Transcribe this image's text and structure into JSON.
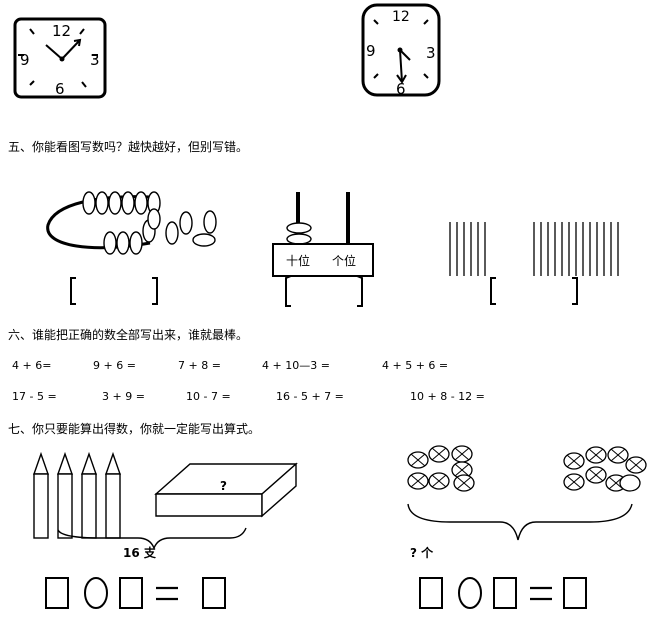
{
  "clocks": [
    {
      "numerals": {
        "top": "12",
        "right": "3",
        "bottom": "6",
        "left": "9"
      }
    },
    {
      "numerals": {
        "top": "12",
        "right": "3",
        "bottom": "6",
        "left": "9"
      }
    }
  ],
  "section5": {
    "heading": "五、你能看图写数吗？越快越好，但别写错。",
    "abacus": {
      "tens_label": "十位",
      "ones_label": "个位"
    }
  },
  "section6": {
    "heading": "六、谁能把正确的数全部写出来，谁就最棒。",
    "row1": [
      "4 + 6=",
      "9 + 6 =",
      "7 + 8 =",
      "4 + 10—3 =",
      "4 + 5 + 6 ="
    ],
    "row2": [
      "17  - 5 =",
      "3 + 9 =",
      "10  -  7 =",
      "16  -  5 + 7 =",
      "10  + 8  -  12 ="
    ]
  },
  "section7": {
    "heading": "七、你只要能算出得数，你就一定能写出算式。",
    "box_label": "?",
    "left_total": "16 支",
    "right_total": "? 个",
    "left_equation": {
      "operator_symbol": "○",
      "equals": "="
    },
    "right_equation": {
      "operator_symbol": "○",
      "equals": "="
    }
  }
}
